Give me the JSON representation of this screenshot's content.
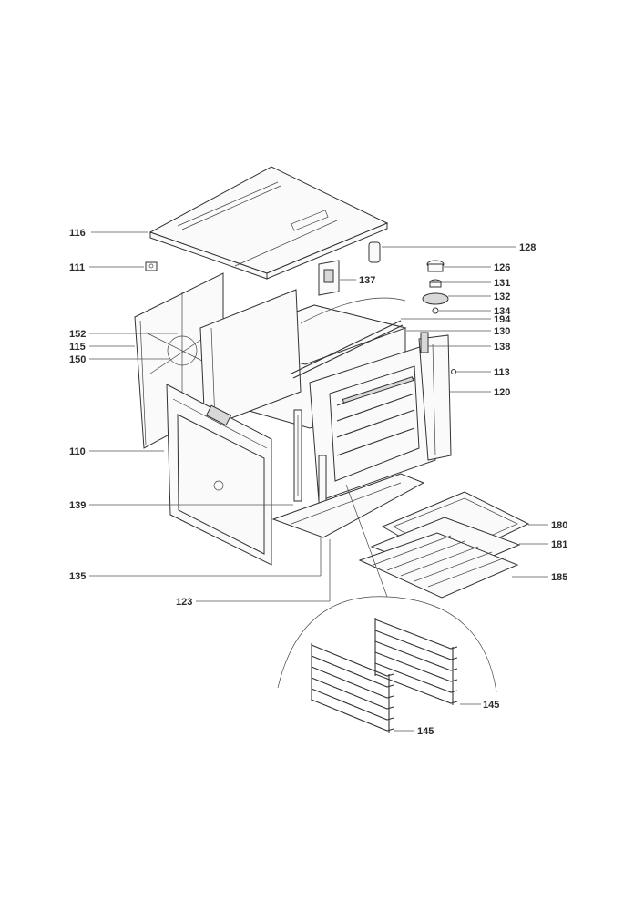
{
  "labels": {
    "l116": "116",
    "l111": "111",
    "l152": "152",
    "l115": "115",
    "l150": "150",
    "l110": "110",
    "l139": "139",
    "l135": "135",
    "l123": "123",
    "l128": "128",
    "l137": "137",
    "l126": "126",
    "l131": "131",
    "l132": "132",
    "l134": "134",
    "l194": "194",
    "l130": "130",
    "l138": "138",
    "l113": "113",
    "l120": "120",
    "l180": "180",
    "l181": "181",
    "l185": "185",
    "l145a": "145",
    "l145b": "145"
  },
  "colors": {
    "line": "#333333",
    "text": "#2b2b2b",
    "panel": "#fafafa",
    "shade": "#d8d8d8"
  }
}
